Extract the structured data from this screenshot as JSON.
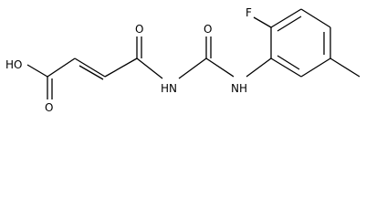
{
  "molecule": {
    "atoms": {
      "hydroxyl": "HO",
      "acid_oxygen": "O",
      "amide_oxygen": "O",
      "urea_oxygen": "O",
      "imide_nitrogen": "HN",
      "aryl_amine": "NH",
      "fluorine": "F"
    }
  }
}
